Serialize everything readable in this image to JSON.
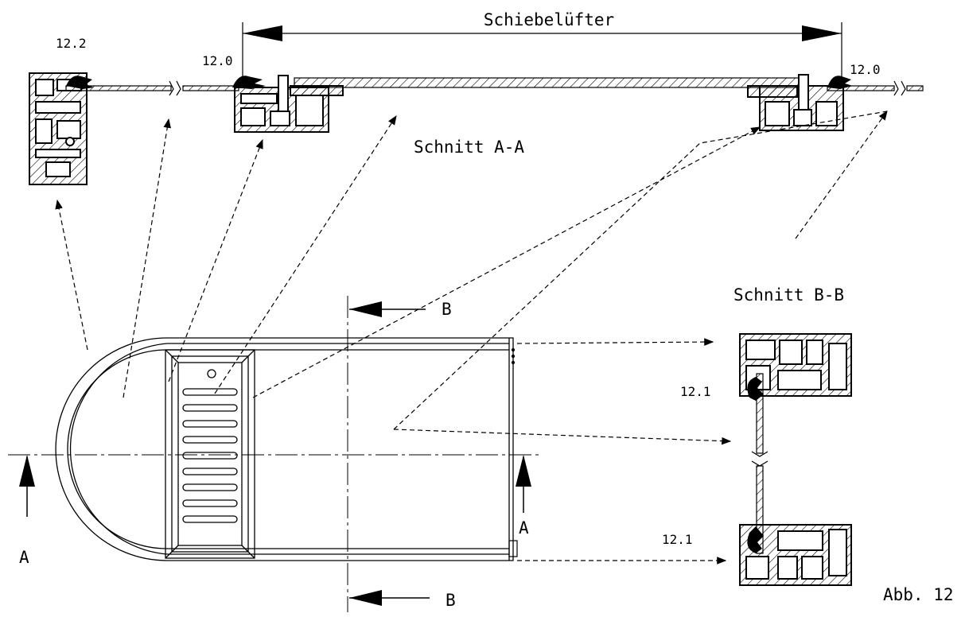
{
  "labels": {
    "dimension": "Schiebelüfter",
    "section_aa": "Schnitt A-A",
    "section_bb": "Schnitt B-B",
    "ref_12_2": "12.2",
    "ref_12_0_left": "12.0",
    "ref_12_0_right": "12.0",
    "ref_12_1_top": "12.1",
    "ref_12_1_bottom": "12.1",
    "cut_a_left": "A",
    "cut_a_right": "A",
    "cut_b_top": "B",
    "cut_b_bottom": "B",
    "figure": "Abb. 12"
  }
}
